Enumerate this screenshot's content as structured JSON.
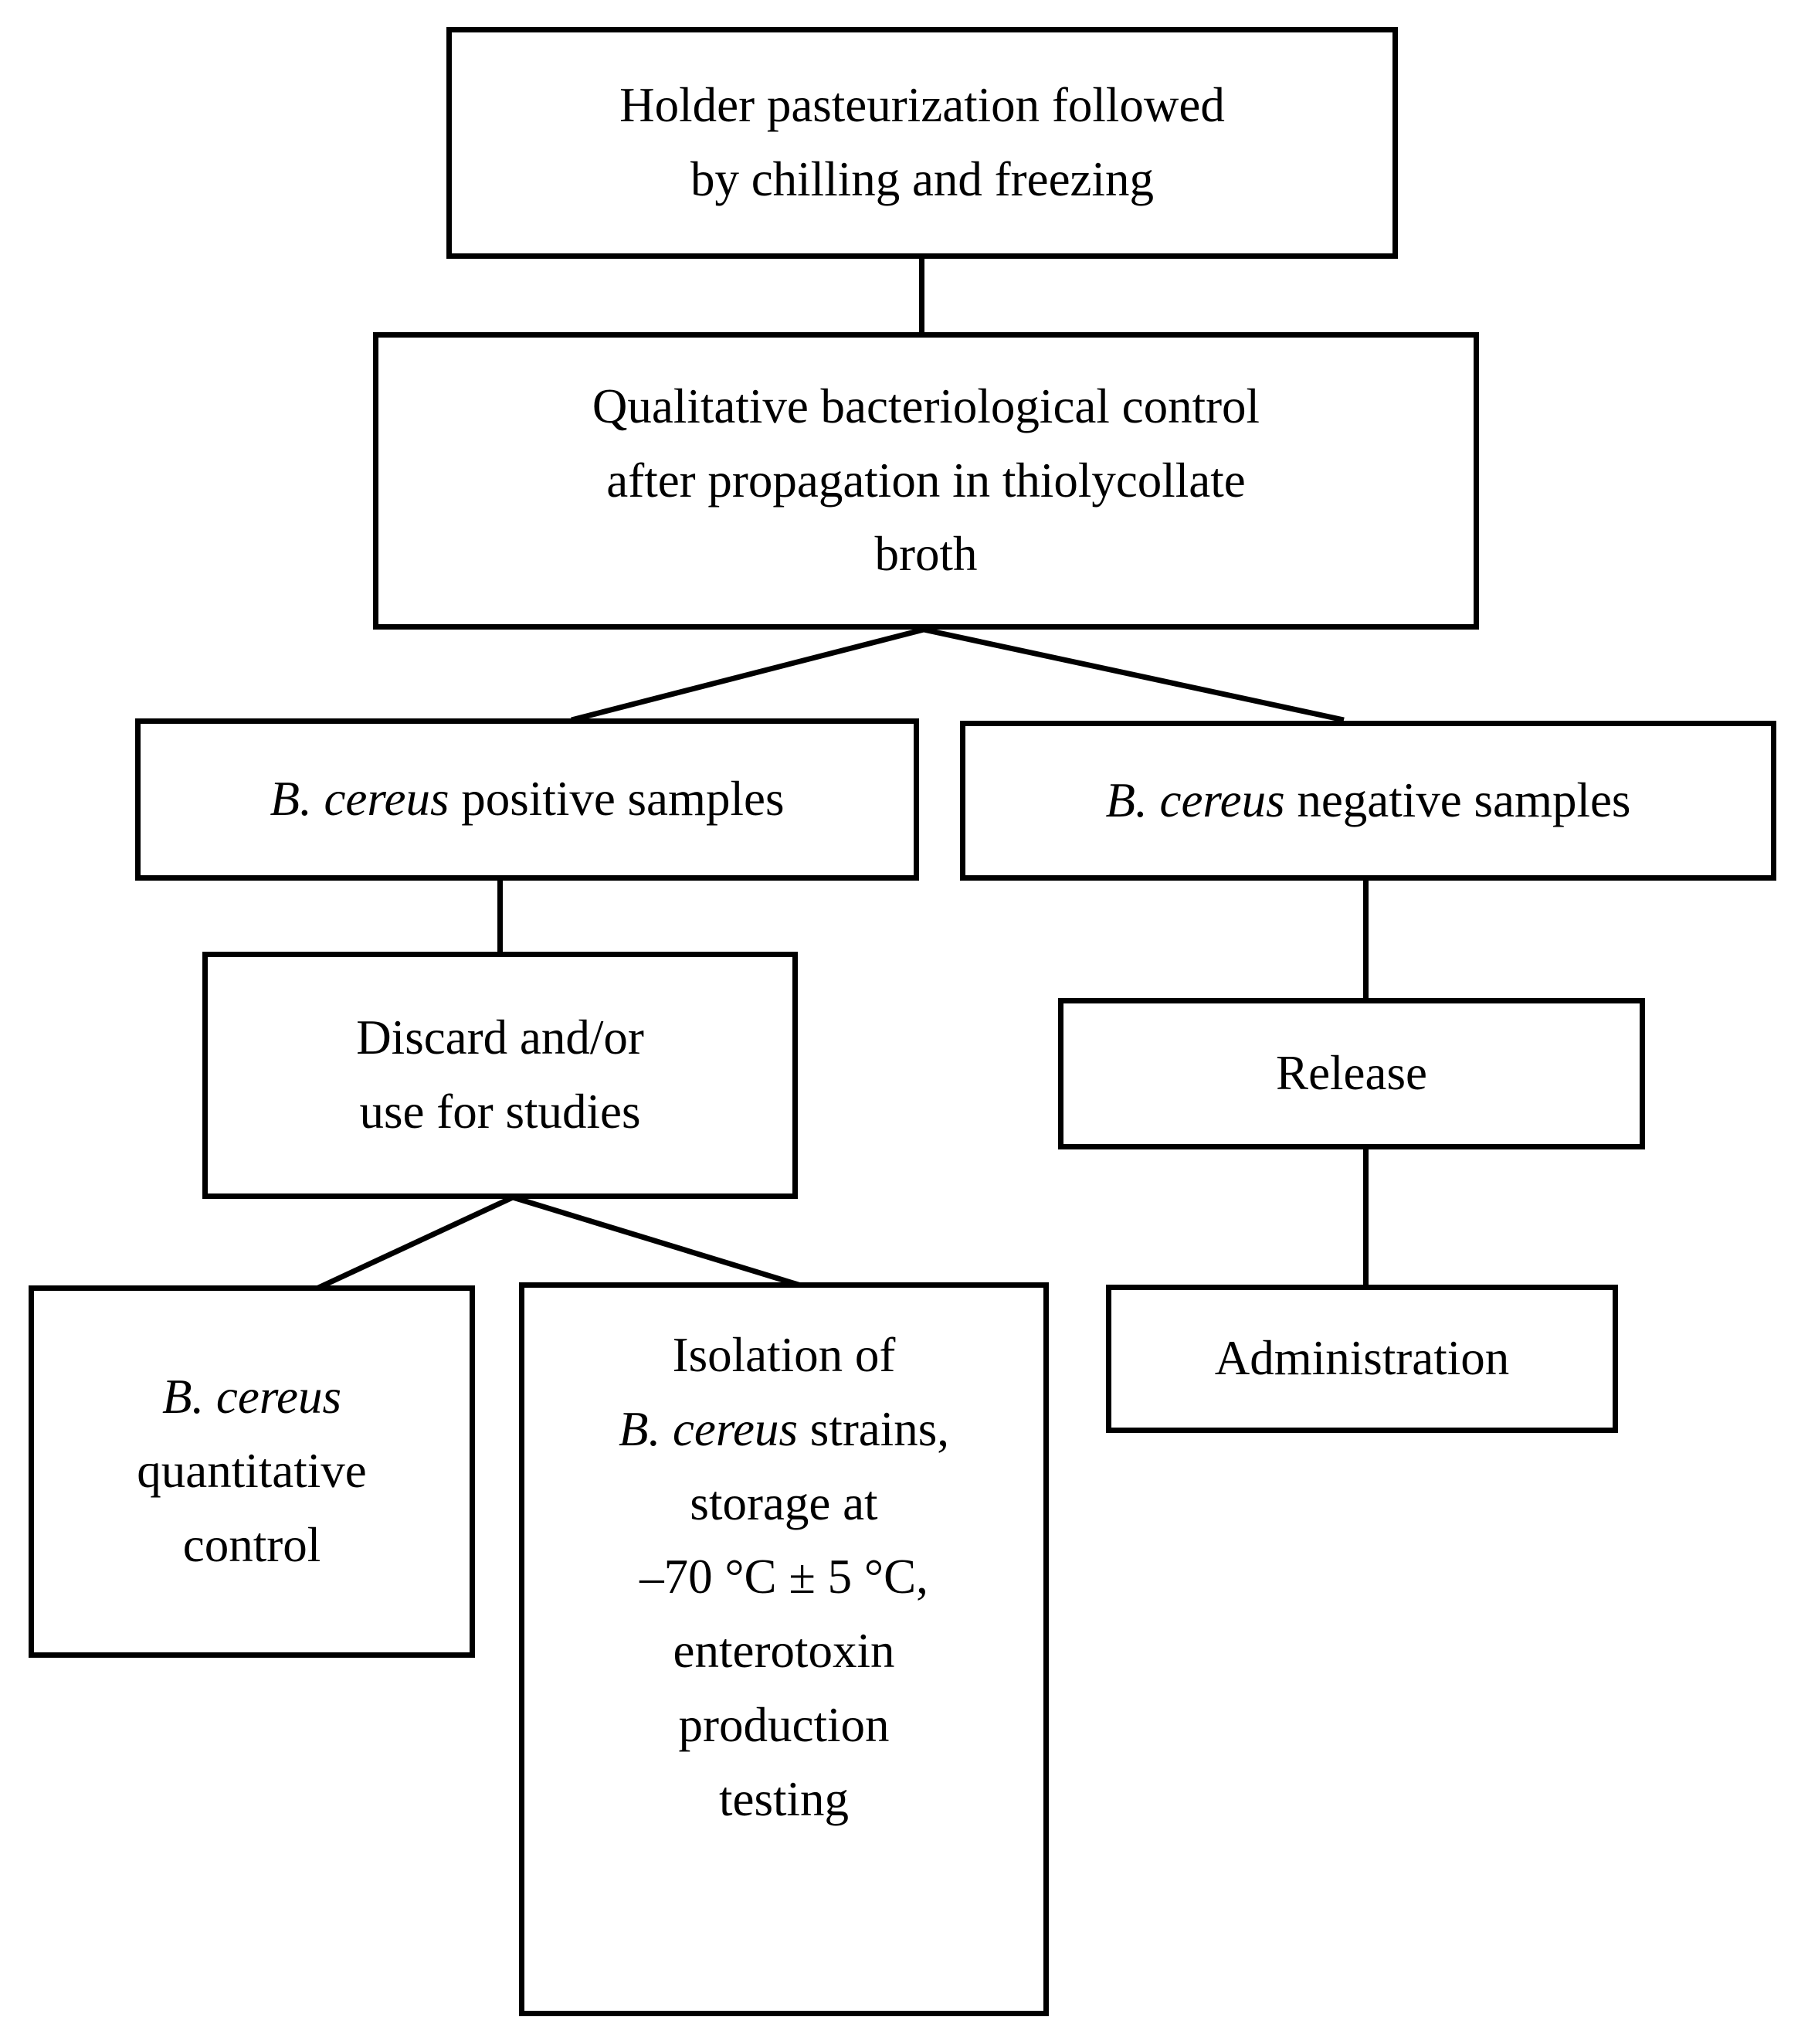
{
  "diagram": {
    "title": "Milk bank Bacillus cereus control flowchart",
    "type": "flowchart",
    "line_color": "#000000",
    "box_fill": "#ffffff",
    "nodes": {
      "pasteurization": {
        "id": "pasteurization",
        "lines": [
          "Holder pasteurization followed",
          "by chilling and freezing"
        ],
        "text": "Holder pasteurization followed by chilling and freezing"
      },
      "qualitative_control": {
        "id": "qualitative_control",
        "lines": [
          "Qualitative bacteriological control",
          "after propagation in thiolycollate",
          "broth"
        ],
        "text": "Qualitative bacteriological control after propagation in thiolycollate broth"
      },
      "positive_samples": {
        "id": "positive_samples",
        "italic_prefix": "B. cereus",
        "rest": " positive samples",
        "text": "B. cereus positive samples"
      },
      "negative_samples": {
        "id": "negative_samples",
        "italic_prefix": "B. cereus",
        "rest": " negative samples",
        "text": "B. cereus negative samples"
      },
      "discard_or_studies": {
        "id": "discard_or_studies",
        "lines": [
          "Discard and/or",
          "use for studies"
        ],
        "text": "Discard and/or use for studies"
      },
      "release": {
        "id": "release",
        "text": "Release"
      },
      "quantitative_control": {
        "id": "quantitative_control",
        "line1_italic": "B. cereus",
        "line2": "quantitative",
        "line3": "control",
        "text": "B. cereus quantitative control"
      },
      "isolation_storage": {
        "id": "isolation_storage",
        "line1": "Isolation of",
        "line2_italic": "B. cereus",
        "line2_rest": " strains,",
        "line3": "storage at",
        "line4": "–70 °C ± 5 °C,",
        "line5": "enterotoxin",
        "line6": "production",
        "line7": "testing",
        "text": "Isolation of B. cereus strains, storage at –70 °C ± 5 °C, enterotoxin production testing"
      },
      "administration": {
        "id": "administration",
        "text": "Administration"
      }
    },
    "edges": [
      {
        "from": "pasteurization",
        "to": "qualitative_control",
        "style": "straight-vertical"
      },
      {
        "from": "qualitative_control",
        "to": "positive_samples",
        "style": "diagonal-branch"
      },
      {
        "from": "qualitative_control",
        "to": "negative_samples",
        "style": "diagonal-branch"
      },
      {
        "from": "positive_samples",
        "to": "discard_or_studies",
        "style": "straight-vertical"
      },
      {
        "from": "negative_samples",
        "to": "release",
        "style": "straight-vertical"
      },
      {
        "from": "discard_or_studies",
        "to": "quantitative_control",
        "style": "diagonal-branch"
      },
      {
        "from": "discard_or_studies",
        "to": "isolation_storage",
        "style": "diagonal-branch"
      },
      {
        "from": "release",
        "to": "administration",
        "style": "straight-vertical"
      }
    ]
  }
}
